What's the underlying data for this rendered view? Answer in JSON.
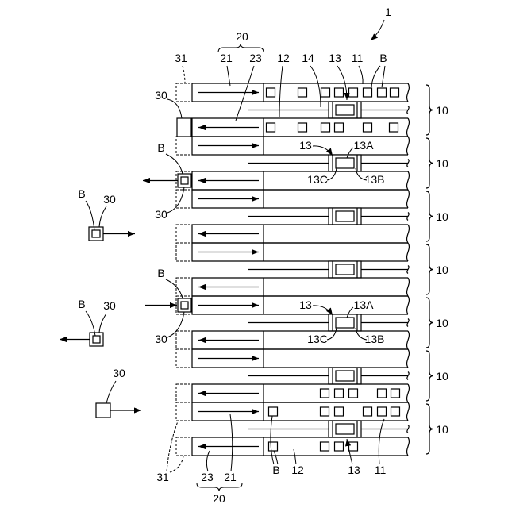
{
  "labels": {
    "figure_number": "1",
    "conveyor_unit": "20",
    "outgoing_conveyor": "21",
    "incoming_conveyor": "23",
    "standby_area": "31",
    "storage_rack": "12",
    "rail": "14",
    "shuttle": "13",
    "shuttle_part_a": "13A",
    "shuttle_part_b": "13B",
    "shuttle_part_c": "13C",
    "shelf": "11",
    "article": "B",
    "transfer_device": "30",
    "storage_unit": "10"
  },
  "colors": {
    "line": "#000000",
    "background": "#ffffff"
  }
}
